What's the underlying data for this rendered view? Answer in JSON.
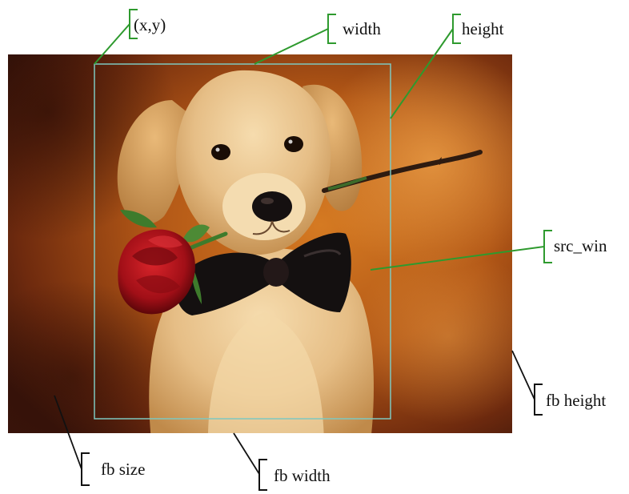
{
  "labels": {
    "xy": "(x,y)",
    "width": "width",
    "height": "height",
    "src_win": "src_win",
    "fb_height": "fb height",
    "fb_size": "fb size",
    "fb_width": "fb width"
  },
  "colors": {
    "callout_green": "#2e9a2e",
    "callout_black": "#111111",
    "src_win_outline": "#7ec8c0",
    "background_warm": "#c06418",
    "background_dark": "#3a140a",
    "puppy_fur": "#e6c089",
    "rose": "#b0141c",
    "bow_tie": "#141010"
  },
  "image": {
    "subject": "golden-retriever-puppy-with-rose-and-bow-tie"
  }
}
